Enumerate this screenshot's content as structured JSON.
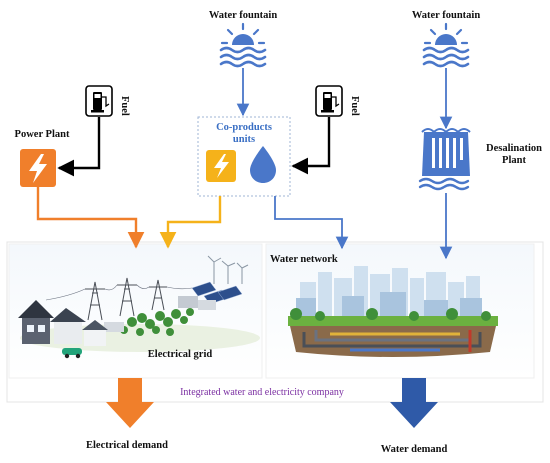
{
  "labels": {
    "water_fountain_1": "Water fountain",
    "water_fountain_2": "Water fountain",
    "fuel_1": "Fuel",
    "fuel_2": "Fuel",
    "power_plant": "Power Plant",
    "coproducts_line1": "Co-products",
    "coproducts_line2": "units",
    "desalination_line1": "Desalination",
    "desalination_line2": "Plant",
    "water_network": "Water network",
    "electrical_grid": "Electrical grid",
    "company": "Integrated water and electricity company",
    "electrical_demand": "Electrical demand",
    "water_demand": "Water demand"
  },
  "colors": {
    "blue": "#4a77c9",
    "dark_blue": "#2f5aa8",
    "orange": "#f07f2b",
    "yellow": "#f5b21a",
    "purple": "#7b2fa2",
    "black": "#000000"
  }
}
